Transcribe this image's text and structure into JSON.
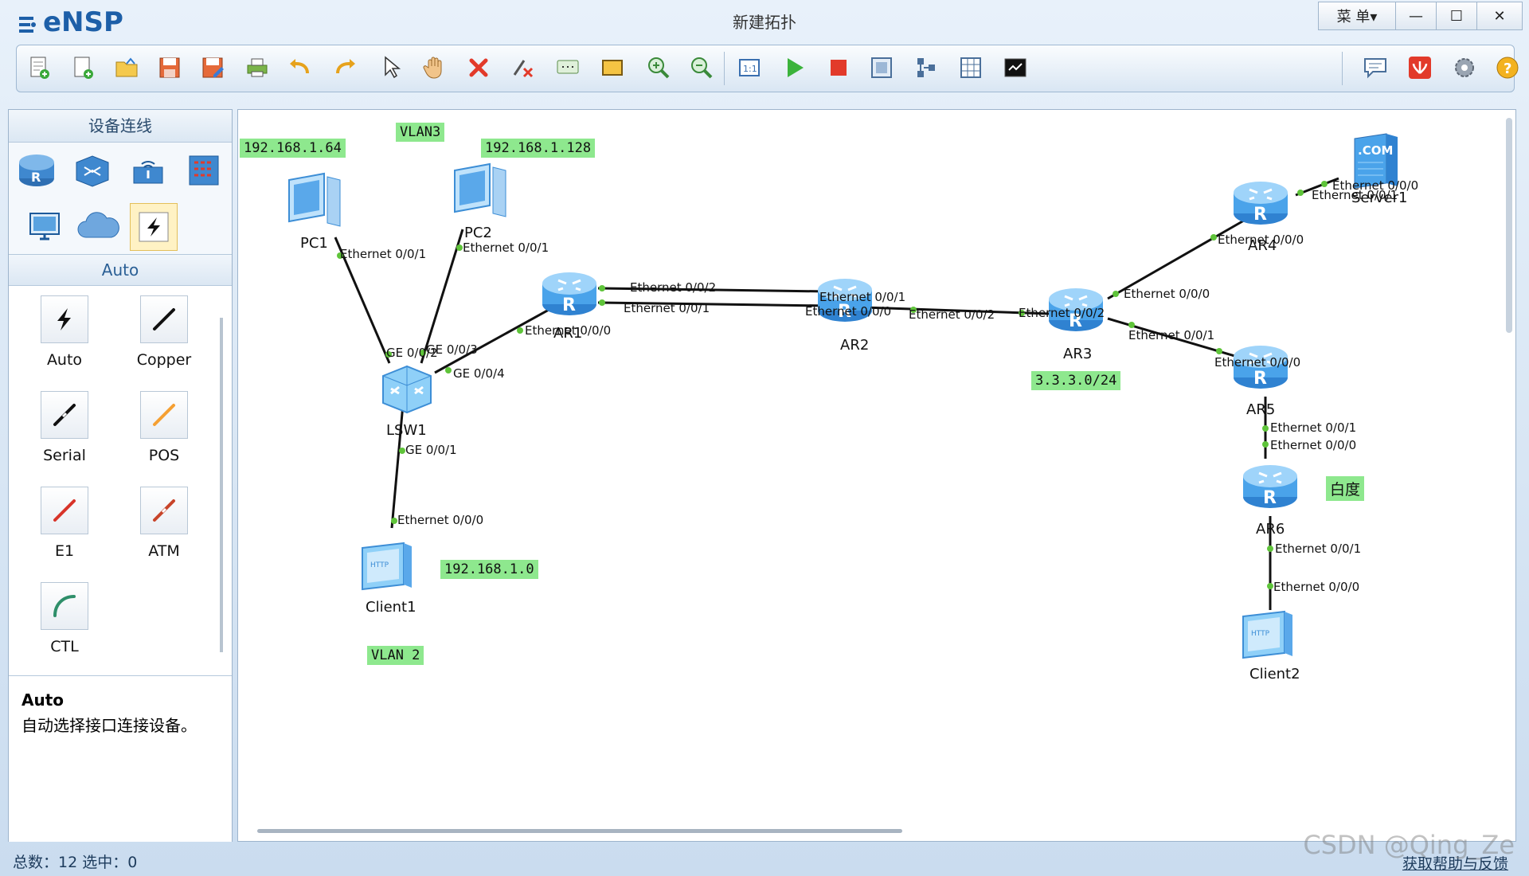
{
  "app": {
    "name": "eNSP",
    "window_title": "新建拓扑",
    "menu_label": "菜 单▾"
  },
  "window_controls": {
    "minimize": "—",
    "maximize": "☐",
    "close": "✕"
  },
  "toolbar": {
    "left": [
      "new-topology-icon",
      "new-item-icon",
      "open-icon",
      "save-icon",
      "save-as-icon",
      "print-icon",
      "undo-icon",
      "redo-icon",
      "select-icon",
      "pan-hand-icon",
      "delete-icon",
      "delete-link-icon",
      "text-note-icon",
      "rectangle-icon",
      "zoom-in-icon",
      "zoom-out-icon",
      "fit-icon",
      "start-icon",
      "stop-icon",
      "capture-icon",
      "topology-icon",
      "grid-icon",
      "terminal-icon"
    ],
    "right": [
      "chat-icon",
      "huawei-icon",
      "settings-icon",
      "help-icon"
    ]
  },
  "left_panel": {
    "header": "设备连线",
    "category_icons": [
      "router-icon",
      "switch-icon",
      "wireless-icon",
      "firewall-icon",
      "pc-icon",
      "cloud-icon",
      "cable-icon"
    ],
    "subheader": "Auto",
    "cables": [
      {
        "label": "Auto",
        "icon": "auto-cable-icon",
        "color": "#000000"
      },
      {
        "label": "Copper",
        "icon": "copper-cable-icon",
        "color": "#000000"
      },
      {
        "label": "Serial",
        "icon": "serial-cable-icon",
        "color": "#000000"
      },
      {
        "label": "POS",
        "icon": "pos-cable-icon",
        "color": "#f5a033"
      },
      {
        "label": "E1",
        "icon": "e1-cable-icon",
        "color": "#d8342a"
      },
      {
        "label": "ATM",
        "icon": "atm-cable-icon",
        "color": "#c8442a"
      },
      {
        "label": "CTL",
        "icon": "ctl-cable-icon",
        "color": "#2f8f6a"
      }
    ],
    "description": {
      "title": "Auto",
      "text": "自动选择接口连接设备。"
    }
  },
  "canvas": {
    "tags": {
      "net_pc1": "192.168.1.64",
      "vlan3": "VLAN3",
      "net_pc2": "192.168.1.128",
      "net_client1": "192.168.1.0",
      "vlan2": "VLAN 2",
      "net_ar3": "3.3.3.0/24",
      "baidu": "白度"
    },
    "devices": {
      "pc1": "PC1",
      "pc2": "PC2",
      "lsw1": "LSW1",
      "client1": "Client1",
      "ar1": "AR1",
      "ar2": "AR2",
      "ar3": "AR3",
      "ar4": "AR4",
      "ar5": "AR5",
      "ar6": "AR6",
      "server1": "Server1",
      "client2": "Client2",
      "server_badge": ".COM"
    },
    "ports": {
      "pc1_eth001": "Ethernet 0/0/1",
      "pc2_eth001": "Ethernet 0/0/1",
      "lsw_ge002": "GE 0/0/2",
      "lsw_ge003": "GE 0/0/3",
      "lsw_ge004": "GE 0/0/4",
      "lsw_ge001": "GE 0/0/1",
      "client1_eth000": "Ethernet 0/0/0",
      "ar1_eth000": "Ethernet 0/0/0",
      "ar1_eth002": "Ethernet 0/0/2",
      "ar1_eth001": "Ethernet 0/0/1",
      "ar2_eth001": "Ethernet 0/0/1",
      "ar2_eth000": "Ethernet 0/0/0",
      "ar2_eth002": "Ethernet 0/0/2",
      "ar3_eth002": "Ethernet 0/0/2",
      "ar3_eth000": "Ethernet 0/0/0",
      "ar3_eth001": "Ethernet 0/0/1",
      "ar4_eth000": "Ethernet 0/0/0",
      "ar4_eth001": "Ethernet 0/0/1",
      "server_eth000": "Ethernet 0/0/0",
      "ar5_eth000": "Ethernet 0/0/0",
      "ar5_eth001": "Ethernet 0/0/1",
      "ar6_eth000": "Ethernet 0/0/0",
      "ar6_eth001": "Ethernet 0/0/1",
      "client2_eth000": "Ethernet 0/0/0"
    }
  },
  "status": {
    "left": "总数：12 选中：0",
    "right": "获取帮助与反馈"
  },
  "watermark": "CSDN @Qing_Ze"
}
